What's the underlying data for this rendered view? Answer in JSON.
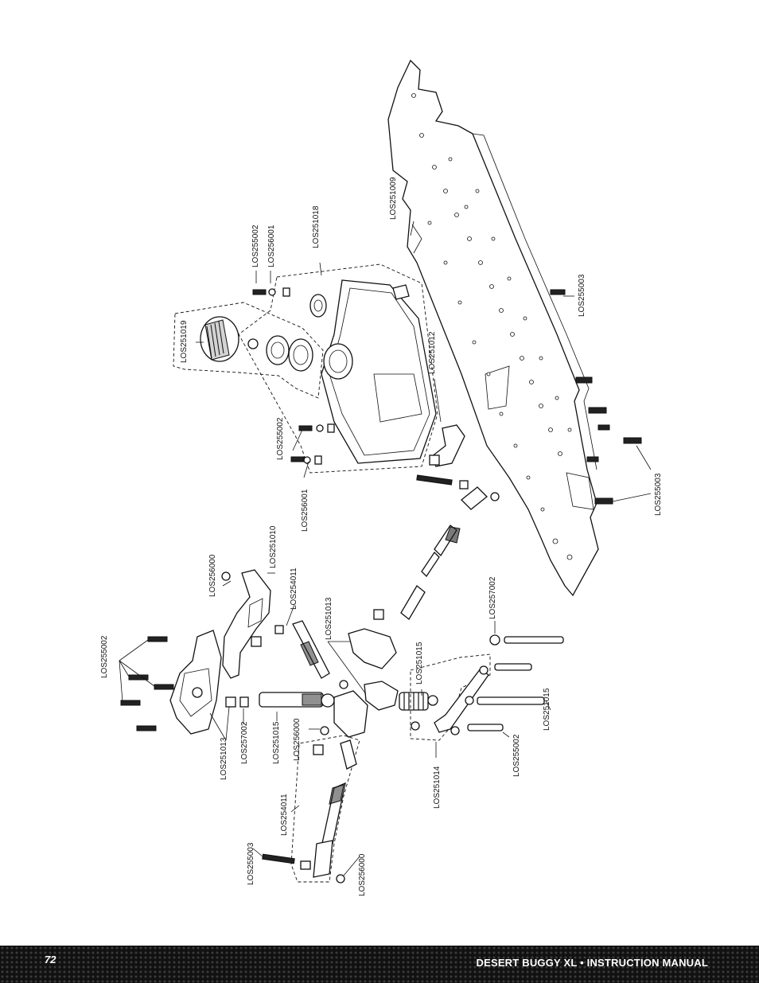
{
  "footer": {
    "page_number": "72",
    "title": "DESERT BUGGY XL • INSTRUCTION MANUAL",
    "background_color": "#111111"
  },
  "diagram": {
    "labels": {
      "los251009": "LOS251009",
      "los251018": "LOS251018",
      "los256001_top": "LOS256001",
      "los255002_top": "LOS255002",
      "los251019": "LOS251019",
      "los251012": "LOS251012",
      "los255003_right_top": "LOS255003",
      "los255003_right_bottom": "LOS255003",
      "los255002_mid": "LOS255002",
      "los256001_mid": "LOS256001",
      "los251010": "LOS251010",
      "los256000_top": "LOS256000",
      "los254011_top": "LOS254011",
      "los251013_mid": "LOS251013",
      "los255002_left": "LOS255002",
      "los251013_left": "LOS251013",
      "los257002_left": "LOS257002",
      "los251015_left": "LOS251015",
      "los256000_mid": "LOS256000",
      "los251015_mid": "LOS251015",
      "los257002_right": "LOS257002",
      "los251015_right": "LOS251015",
      "los255002_right": "LOS255002",
      "los251014": "LOS251014",
      "los254011_bottom": "LOS254011",
      "los255003_bottom": "LOS255003",
      "los256000_bottom": "LOS256000"
    }
  }
}
